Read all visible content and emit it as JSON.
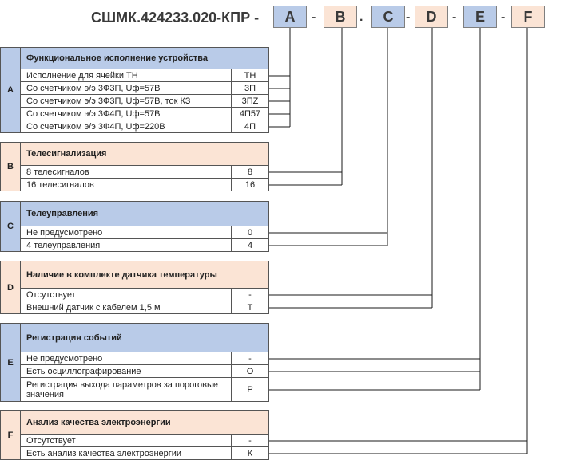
{
  "header": {
    "title": "СШМК.424233.020-КПР -",
    "codes": [
      {
        "letter": "A",
        "color": "#b9cbe8"
      },
      {
        "letter": "B",
        "color": "#fbe4d5"
      },
      {
        "letter": "C",
        "color": "#b9cbe8"
      },
      {
        "letter": "D",
        "color": "#fbe4d5"
      },
      {
        "letter": "E",
        "color": "#b9cbe8"
      },
      {
        "letter": "F",
        "color": "#fbe4d5"
      }
    ],
    "separators": [
      "-",
      ".",
      "-",
      "-",
      "-"
    ]
  },
  "sections": [
    {
      "letter": "A",
      "title": "Функциональное исполнение устройства",
      "color": "#b9cbe8",
      "options": [
        {
          "label": "Исполнение для ячейки ТН",
          "code": "ТН"
        },
        {
          "label": "Со счетчиком э/э 3Ф3П, Uф=57В",
          "code": "3П"
        },
        {
          "label": "Со счетчиком э/э 3Ф3П, Uф=57В, ток КЗ",
          "code": "3ПZ"
        },
        {
          "label": "Со счетчиком э/э 3Ф4П, Uф=57В",
          "code": "4П57"
        },
        {
          "label": "Со счетчиком э/э 3Ф4П, Uф=220В",
          "code": "4П"
        }
      ]
    },
    {
      "letter": "B",
      "title": "Телесигнализация",
      "color": "#fbe4d5",
      "options": [
        {
          "label": "8 телесигналов",
          "code": "8"
        },
        {
          "label": "16 телесигналов",
          "code": "16"
        }
      ]
    },
    {
      "letter": "C",
      "title": "Телеуправления",
      "color": "#b9cbe8",
      "options": [
        {
          "label": "Не предусмотрено",
          "code": "0"
        },
        {
          "label": "4 телеуправления",
          "code": "4"
        }
      ]
    },
    {
      "letter": "D",
      "title": "Наличие в комплекте датчика температуры",
      "color": "#fbe4d5",
      "options": [
        {
          "label": "Отсутствует",
          "code": "-"
        },
        {
          "label": "Внешний датчик с кабелем 1,5 м",
          "code": "Т"
        }
      ]
    },
    {
      "letter": "E",
      "title": "Регистрация событий",
      "color": "#b9cbe8",
      "options": [
        {
          "label": "Не предусмотрено",
          "code": "-"
        },
        {
          "label": "Есть осциллографирование",
          "code": "О"
        },
        {
          "label": "Регистрация выхода параметров за пороговые значения",
          "code": "Р"
        }
      ]
    },
    {
      "letter": "F",
      "title": "Анализ качества электроэнергии",
      "color": "#fbe4d5",
      "options": [
        {
          "label": "Отсутствует",
          "code": "-"
        },
        {
          "label": "Есть анализ качества электроэнергии",
          "code": "К"
        }
      ]
    }
  ]
}
